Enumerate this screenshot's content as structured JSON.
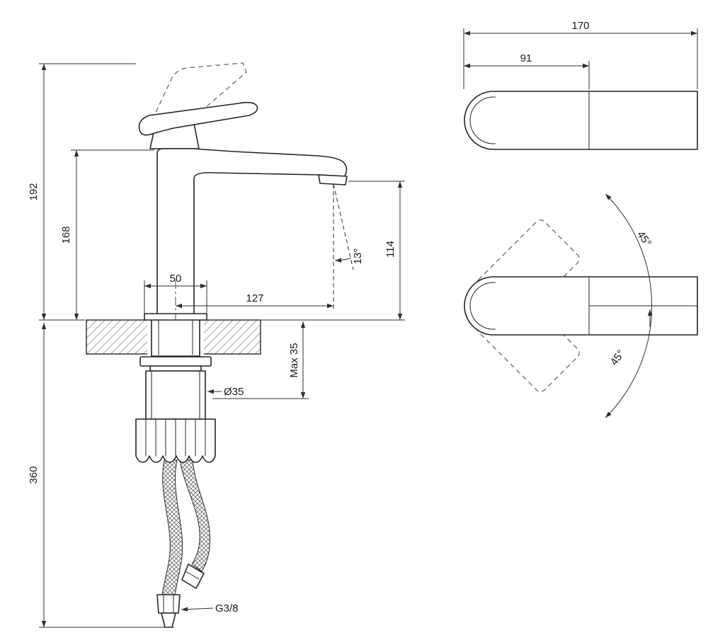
{
  "meta": {
    "background": "#ffffff",
    "object_line_color": "#242424",
    "dimension_line_color": "#2f2f2f"
  },
  "front_view": {
    "overall_height": "192",
    "body_height": "168",
    "under_counter_depth": "360",
    "base_width": "50",
    "spout_reach": "127",
    "outlet_height": "114",
    "stream_angle": "13°",
    "hole_diameter": "Ø35",
    "max_counter_thickness": "Max 35",
    "hose_thread": "G3/8"
  },
  "top_view": {
    "total_length": "170",
    "body_length": "91"
  },
  "swivel_view": {
    "swivel_up": "45°",
    "swivel_down": "45°"
  }
}
